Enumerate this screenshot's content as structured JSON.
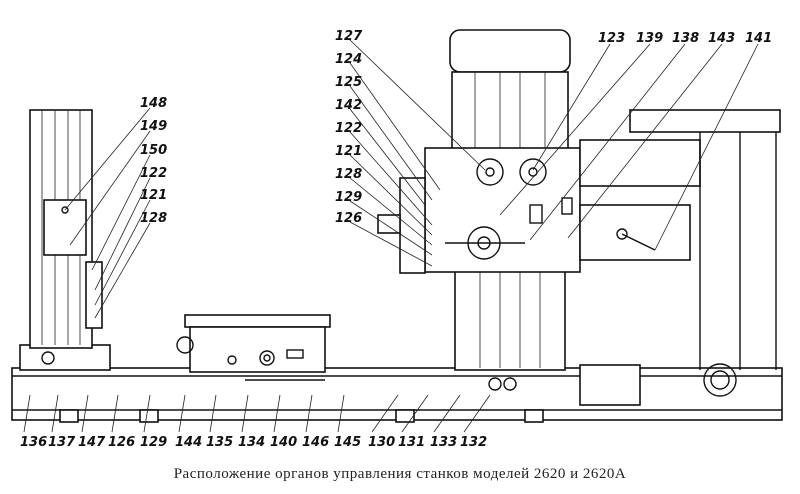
{
  "caption": "Расположение органов управления станков моделей 2620 и 2620А",
  "labels": {
    "headstock_left": [
      "127",
      "124",
      "125",
      "142",
      "122",
      "121",
      "128",
      "129",
      "126"
    ],
    "top_right": [
      "123",
      "139",
      "138",
      "143",
      "141"
    ],
    "column_left": [
      "148",
      "149",
      "150",
      "122",
      "121",
      "128"
    ],
    "bottom": [
      "136",
      "137",
      "147",
      "126",
      "129",
      "144",
      "135",
      "134",
      "140",
      "146",
      "145",
      "130",
      "131",
      "133",
      "132"
    ]
  }
}
